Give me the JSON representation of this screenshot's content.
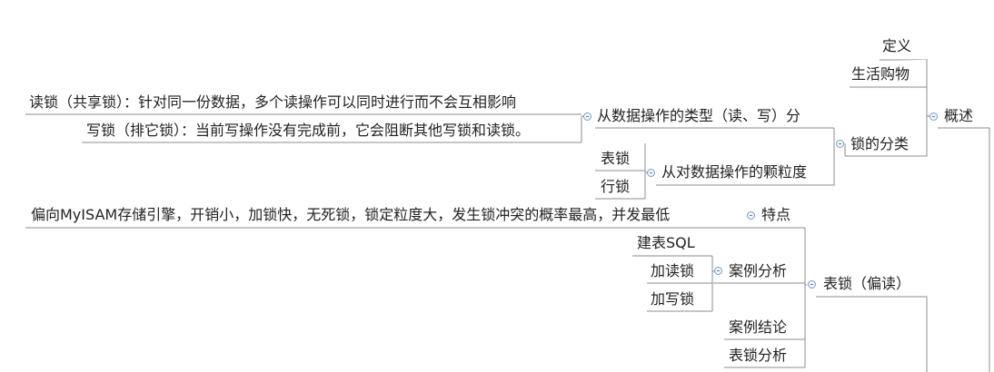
{
  "nodes": {
    "gaishu": "概述",
    "dingyi": "定义",
    "shenghuo": "生活购物",
    "suo_fenlei": "锁的分类",
    "shuju_leixing": "从数据操作的类型（读、写）分",
    "dusuo": "读锁（共享锁）：针对同一份数据，多个读操作可以同时进行而不会互相影响",
    "xiesuo": "写锁（排它锁）：当前写操作没有完成前，它会阻断其他写锁和读锁。",
    "keli": "从对数据操作的颗粒度",
    "biaosuo_leaf": "表锁",
    "hangsuo": "行锁",
    "biaosuo_pd": "表锁（偏读）",
    "tedian": "特点",
    "tedian_desc": "偏向MyISAM存储引擎，开销小，加锁快，无死锁，锁定粒度大，发生锁冲突的概率最高，并发最低",
    "anli_fenxi": "案例分析",
    "jianbiao": "建表SQL",
    "jiadusuo": "加读锁",
    "jiaxiesuo": "加写锁",
    "anli_jielun": "案例结论",
    "biaosuo_fenxi": "表锁分析"
  }
}
